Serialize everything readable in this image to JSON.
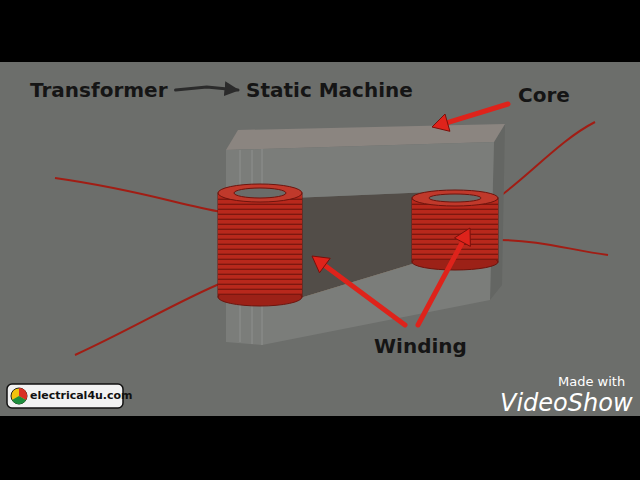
{
  "diagram": {
    "nodes": [
      {
        "text": [
          "Transformer"
        ]
      },
      {
        "text": [
          "Static Machine"
        ]
      }
    ],
    "edges": [
      {
        "from": 0,
        "to": 1,
        "arrow": "to"
      }
    ],
    "labels": [
      "Core",
      "Winding",
      "electrical4u.com",
      "Made with",
      "VideoShow"
    ]
  }
}
